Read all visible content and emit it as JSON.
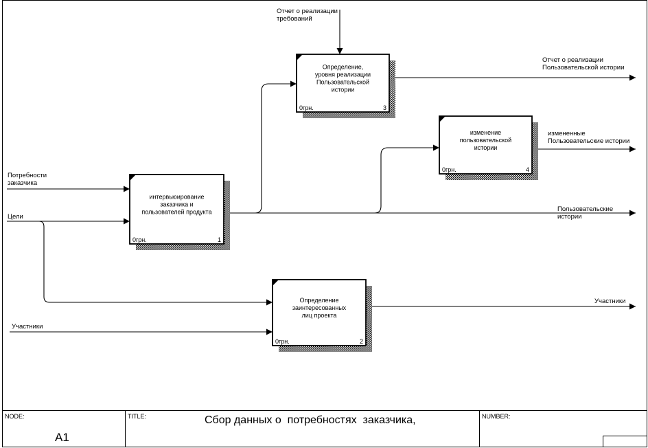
{
  "boxes": [
    {
      "id": "box-1",
      "lines": [
        "интервьюирование",
        "заказчика и",
        "пользователей продукта"
      ],
      "cost": "0грн.",
      "number": "1"
    },
    {
      "id": "box-2",
      "lines": [
        "Определение",
        "заинтересованных",
        "лиц проекта"
      ],
      "cost": "0грн.",
      "number": "2"
    },
    {
      "id": "box-3",
      "lines": [
        "Определение,",
        "уровня реализации",
        "Пользовательской",
        "истории"
      ],
      "cost": "0грн.",
      "number": "3"
    },
    {
      "id": "box-4",
      "lines": [
        "изменение",
        "пользовательской",
        "истории"
      ],
      "cost": "0грн.",
      "number": "4"
    }
  ],
  "arrow_labels": {
    "control_report": [
      "Отчет о реализации",
      "требований"
    ],
    "input_needs": [
      "Потребности",
      "заказчика"
    ],
    "input_goals": [
      "Цели"
    ],
    "input_participants": [
      "Участники"
    ],
    "output_report": [
      "Отчет о реализации",
      "Пользовательской истории"
    ],
    "output_changed": [
      "измененные",
      "Пользовательские истории"
    ],
    "output_stories": [
      "Пользовательские",
      "истории"
    ],
    "output_participants": [
      "Участники"
    ]
  },
  "footer": {
    "node_label": "NODE:",
    "node_value": "A1",
    "title_label": "TITLE:",
    "title_value": "Сбор данных о  потребностях  заказчика,",
    "number_label": "NUMBER:"
  }
}
